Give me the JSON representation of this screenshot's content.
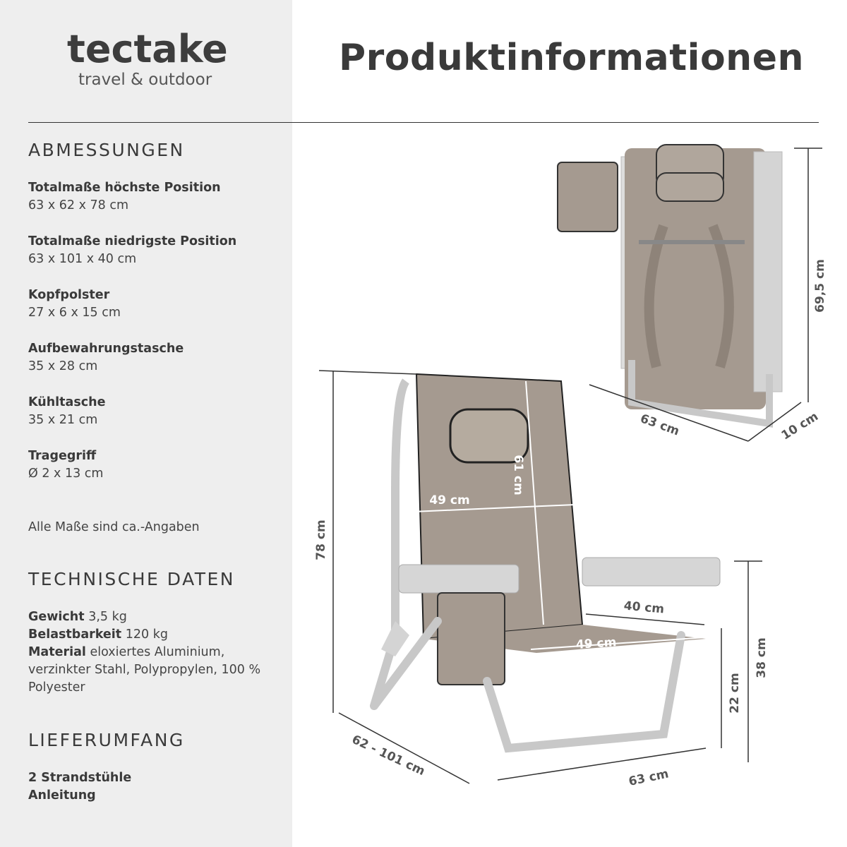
{
  "logo": {
    "brand": "tectake",
    "tagline": "travel & outdoor"
  },
  "title": "Produktinformationen",
  "abmessungen": {
    "heading": "ABMESSUNGEN",
    "items": [
      {
        "label": "Totalmaße höchste Position",
        "value": "63 x 62 x 78 cm"
      },
      {
        "label": "Totalmaße niedrigste Position",
        "value": "63 x 101 x 40 cm"
      },
      {
        "label": "Kopfpolster",
        "value": "27 x 6 x 15 cm"
      },
      {
        "label": "Aufbewahrungstasche",
        "value": "35 x 28 cm"
      },
      {
        "label": "Kühltasche",
        "value": "35 x 21 cm"
      },
      {
        "label": "Tragegriff",
        "value": "Ø 2 x 13 cm"
      }
    ],
    "note": "Alle Maße sind ca.-Angaben"
  },
  "technische_daten": {
    "heading": "TECHNISCHE DATEN",
    "items": [
      {
        "label": "Gewicht",
        "value": "3,5 kg"
      },
      {
        "label": "Belastbarkeit",
        "value": "120 kg"
      },
      {
        "label": "Material",
        "value": "eloxiertes Aluminium, verzinkter Stahl, Polypropylen, 100 % Polyester"
      }
    ]
  },
  "lieferumfang": {
    "heading": "LIEFERUMFANG",
    "items": [
      "2 Strandstühle",
      "Anleitung"
    ]
  },
  "dimensions": {
    "folded_height": "69,5 cm",
    "folded_width": "63 cm",
    "folded_depth": "10 cm",
    "height": "78 cm",
    "depth": "62 - 101 cm",
    "width": "63 cm",
    "seat_height": "22 cm",
    "armrest_height": "38 cm",
    "seat_depth": "40 cm",
    "back_width": "49 cm",
    "back_height": "61 cm",
    "seat_width": "49 cm"
  },
  "colors": {
    "fabric": "#a59a90",
    "frame": "#c8c8c8",
    "panel": "#eeeeee",
    "text": "#3a3a3a"
  }
}
